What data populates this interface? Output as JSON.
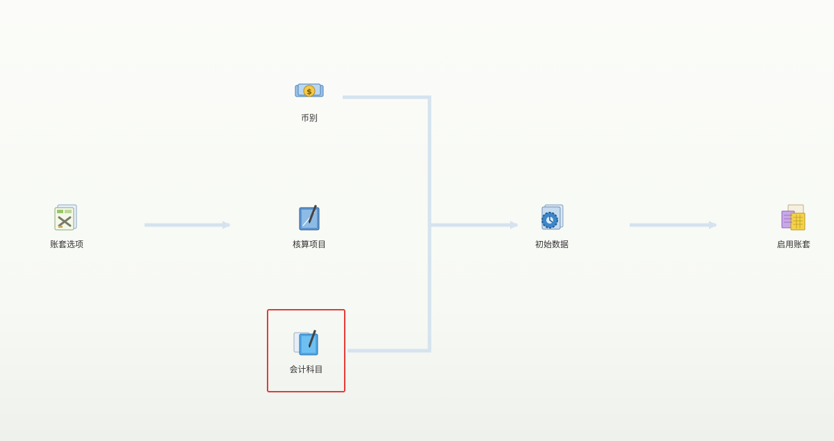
{
  "flow": {
    "nodes": [
      {
        "id": "account-options",
        "label": "账套选项",
        "icon": "account-options-icon"
      },
      {
        "id": "currency",
        "label": "币别",
        "icon": "currency-money-icon"
      },
      {
        "id": "accounting-items",
        "label": "核算项目",
        "icon": "accounting-items-icon"
      },
      {
        "id": "accounting-subjects",
        "label": "会计科目",
        "icon": "accounting-subjects-icon",
        "selected": true
      },
      {
        "id": "initial-data",
        "label": "初始数据",
        "icon": "initial-data-icon"
      },
      {
        "id": "enable-account",
        "label": "启用账套",
        "icon": "enable-account-icon"
      }
    ]
  },
  "colors": {
    "line": "#d5e3ef",
    "selected_border": "#e53935",
    "label_text": "#333333"
  }
}
